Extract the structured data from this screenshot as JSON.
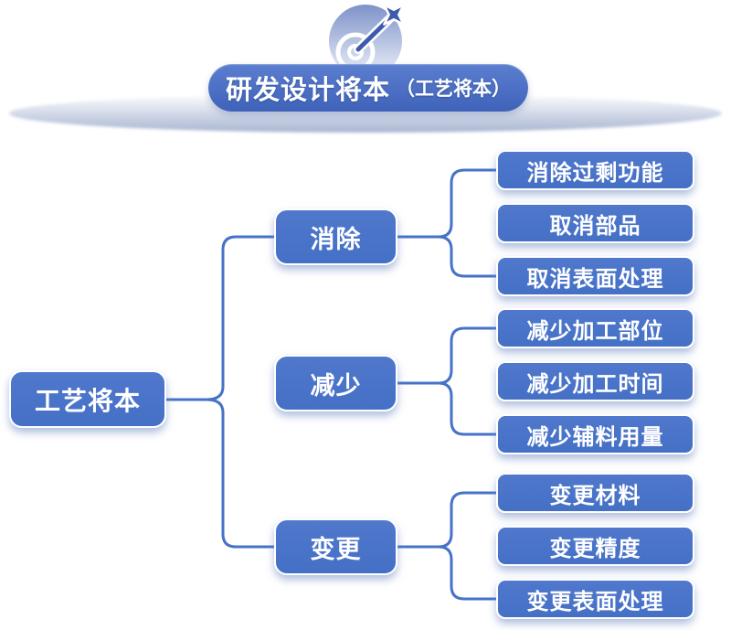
{
  "title": {
    "main": "研发设计将本",
    "sub": "（工艺将本）"
  },
  "icon": {
    "name": "target-dart-icon"
  },
  "tree": {
    "root": {
      "label": "工艺将本"
    },
    "groups": [
      {
        "label": "消除",
        "children": [
          {
            "label": "消除过剩功能"
          },
          {
            "label": "取消部品"
          },
          {
            "label": "取消表面处理"
          }
        ]
      },
      {
        "label": "减少",
        "children": [
          {
            "label": "减少加工部位"
          },
          {
            "label": "减少加工时间"
          },
          {
            "label": "减少辅料用量"
          }
        ]
      },
      {
        "label": "变更",
        "children": [
          {
            "label": "变更材料"
          },
          {
            "label": "变更精度"
          },
          {
            "label": "变更表面处理"
          }
        ]
      }
    ]
  },
  "colors": {
    "node_fill": "#4a73c8",
    "connector": "#4673c8",
    "title_gradient_top": "#5b7ecf",
    "title_gradient_bottom": "#3f63ba",
    "badge_gradient_top": "#7d92c8",
    "badge_gradient_bottom": "#f0f3fb",
    "ellipse_shadow": "#a9b6d2",
    "dart_blue": "#3e5cab",
    "text": "#ffffff",
    "background": "#ffffff"
  }
}
